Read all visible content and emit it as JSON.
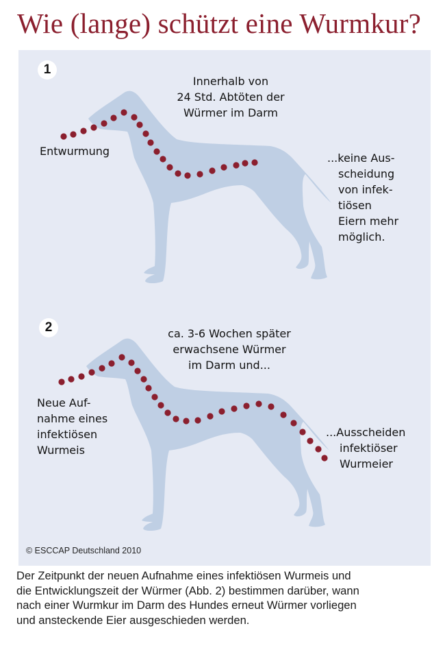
{
  "title": "Wie (lange) schützt eine Wurmkur?",
  "colors": {
    "title": "#8b1f2e",
    "panel_bg": "#e6eaf4",
    "dog_silhouette": "#bfcfe4",
    "worm_dots": "#8b1f2e",
    "badge_bg": "#ffffff"
  },
  "scene1": {
    "badge": "1",
    "top_label": [
      "Innerhalb von",
      "24 Std. Abtöten der",
      "Würmer im Darm"
    ],
    "left_label": [
      "Entwurmung"
    ],
    "right_label": [
      "...keine Aus-",
      "scheidung",
      "von infek-",
      "tiösen",
      "Eiern mehr",
      "möglich."
    ]
  },
  "scene2": {
    "badge": "2",
    "top_label": [
      "ca. 3-6 Wochen später",
      "erwachsene Würmer",
      "im Darm und..."
    ],
    "left_label": [
      "Neue Auf-",
      "nahme eines",
      "infektiösen",
      "Wurmeis"
    ],
    "right_label": [
      "...Ausscheiden",
      "infektiöser",
      "Wurmeier"
    ]
  },
  "copyright": "© ESCCAP Deutschland 2010",
  "caption": [
    "Der Zeitpunkt der neuen Aufnahme eines infektiösen Wurmeis und",
    "die Entwicklungszeit der Würmer (Abb. 2) bestimmen darüber, wann",
    "nach einer Wurmkur im Darm des Hundes erneut Würmer vorliegen",
    "und ansteckende Eier ausgeschieden werden."
  ]
}
